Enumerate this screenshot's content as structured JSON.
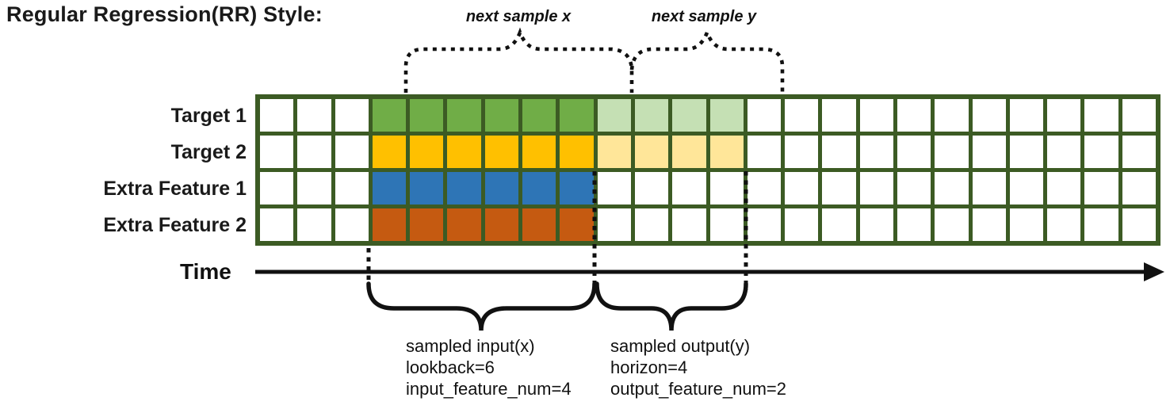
{
  "title": "Regular Regression(RR) Style:",
  "top_annotations": {
    "next_sample_x_label": "next sample x",
    "next_sample_y_label": "next sample y"
  },
  "time_axis": {
    "label": "Time"
  },
  "bottom_annotations": {
    "input_block": {
      "line1": "sampled input(x)",
      "line2": "lookback=6",
      "line3": "input_feature_num=4"
    },
    "output_block": {
      "line1": "sampled output(y)",
      "line2": "horizon=4",
      "line3": "output_feature_num=2"
    }
  },
  "colors": {
    "grid_border": "#3C5B24",
    "empty_cell": "#FFFFFF",
    "annotation_line": "#111111",
    "target1_lookback": "#70AD47",
    "target1_horizon": "#C5E0B4",
    "target2_lookback": "#FFC000",
    "target2_horizon": "#FFE699",
    "extra1_lookback": "#2E75B6",
    "extra2_lookback": "#C55A11"
  },
  "grid": {
    "total_columns": 24,
    "empty_lead_columns": 3,
    "lookback_columns": 6,
    "horizon_columns": 4,
    "rows": [
      {
        "label": "Target 1",
        "lookback_color": "#70AD47",
        "horizon_color": "#C5E0B4"
      },
      {
        "label": "Target 2",
        "lookback_color": "#FFC000",
        "horizon_color": "#FFE699"
      },
      {
        "label": "Extra Feature 1",
        "lookback_color": "#2E75B6",
        "horizon_color": null
      },
      {
        "label": "Extra Feature 2",
        "lookback_color": "#C55A11",
        "horizon_color": null
      }
    ]
  }
}
